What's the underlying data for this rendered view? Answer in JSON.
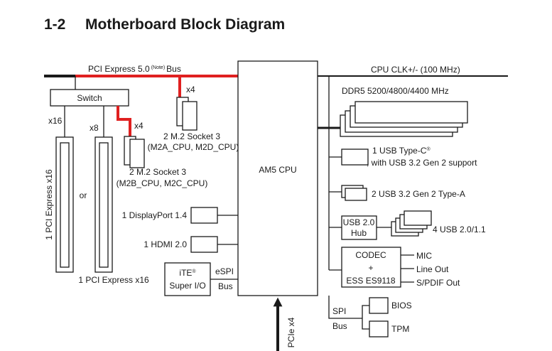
{
  "heading": {
    "number": "1-2",
    "title": "Motherboard Block Diagram"
  },
  "cpu": {
    "label": "AM5 CPU",
    "clock": "CPU CLK+/- (100 MHz)"
  },
  "pcie_bus": {
    "label": "PCI Express 5.0",
    "note": "(Note)",
    "suffix": "Bus"
  },
  "switch": {
    "label": "Switch"
  },
  "lane_labels": {
    "x16": "x16",
    "x8": "x8",
    "x4_a": "x4",
    "x4_b": "x4",
    "pcie_x4": "PCIe x4"
  },
  "m2": {
    "group_a": {
      "line1": "2 M.2 Socket 3",
      "line2": "(M2A_CPU, M2D_CPU)"
    },
    "group_b": {
      "line1": "2 M.2 Socket 3",
      "line2": "(M2B_CPU, M2C_CPU)"
    }
  },
  "slots": {
    "vertical_label": "1 PCI Express x16",
    "or": "or",
    "bottom_label": "1 PCI Express x16"
  },
  "memory": {
    "label": "DDR5 5200/4800/4400 MHz"
  },
  "usb": {
    "typec_line1": "1 USB Type-C",
    "typec_reg": "®",
    "typec_line2": ", with USB 3.2 Gen 2 support",
    "typea": "2 USB 3.2 Gen 2 Type-A",
    "hub_line1": "USB 2.0",
    "hub_line2": "Hub",
    "usb2": "4 USB 2.0/1.1"
  },
  "display": {
    "dp": "1 DisplayPort 1.4",
    "hdmi": "1 HDMI 2.0"
  },
  "superio": {
    "brand": "iTE",
    "reg": "®",
    "line2": "Super I/O",
    "espi": "eSPI",
    "bus": "Bus"
  },
  "codec": {
    "line1": "CODEC",
    "line2": "+",
    "line3": "ESS ES9118",
    "mic": "MIC",
    "lineout": "Line Out",
    "spdif": "S/PDIF Out"
  },
  "spi": {
    "spi": "SPI",
    "bus": "Bus",
    "bios": "BIOS",
    "tpm": "TPM"
  },
  "colors": {
    "pcie5_bus": "#e02020",
    "lines": "#1a1a1a",
    "background": "#ffffff"
  }
}
